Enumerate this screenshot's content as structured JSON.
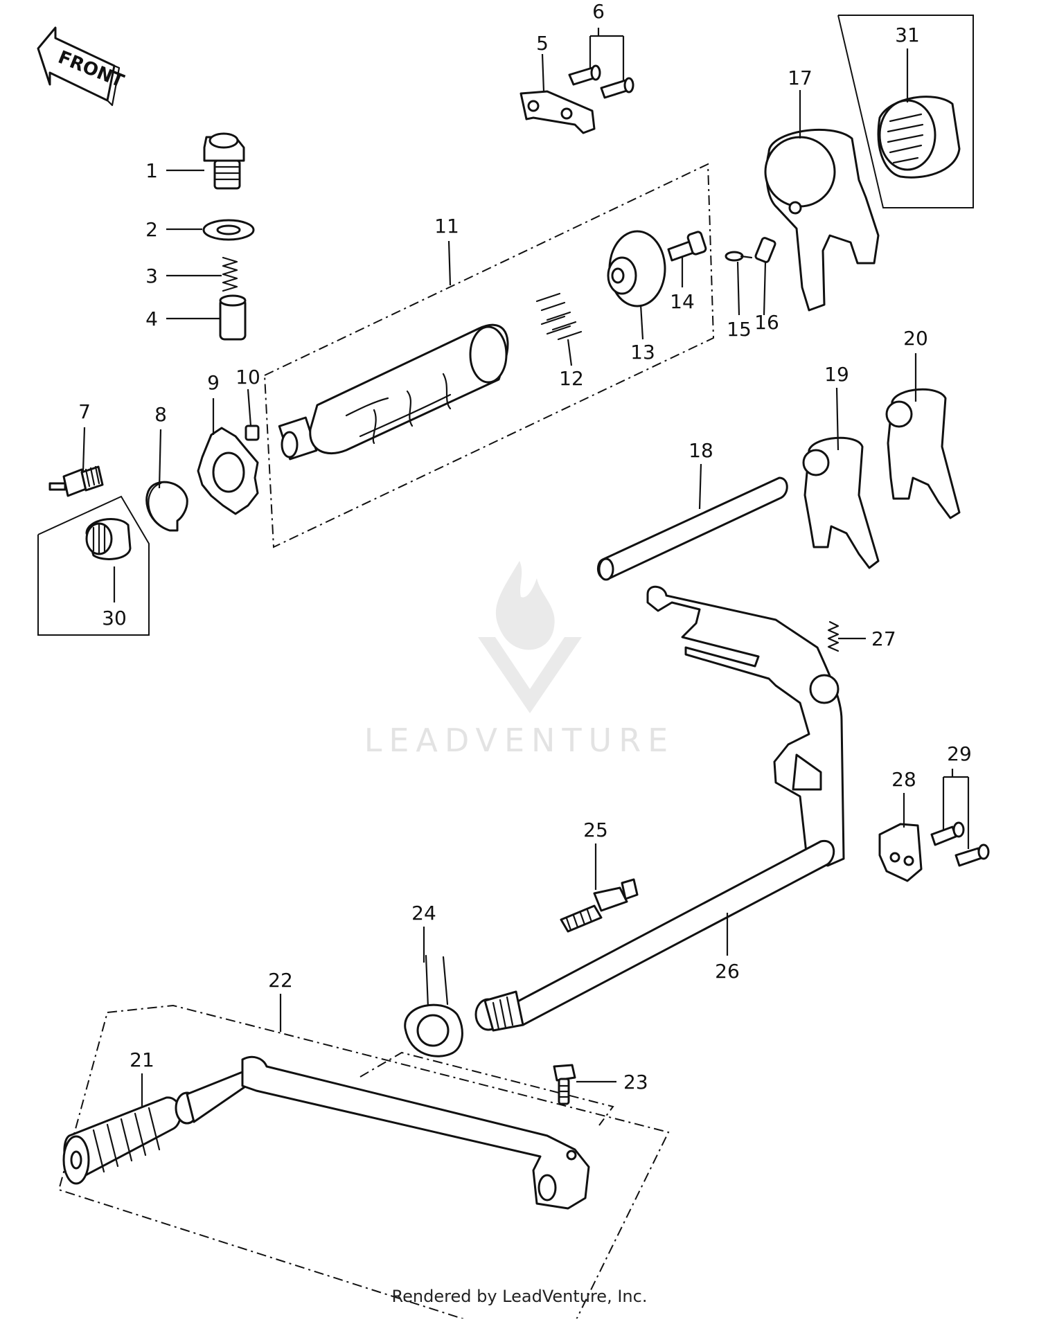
{
  "diagram": {
    "front_label": "FRONT",
    "watermark_text": "LEADVENTURE",
    "footer_text": "Rendered by LeadVenture, Inc.",
    "callouts": [
      {
        "id": "1",
        "label": "1"
      },
      {
        "id": "2",
        "label": "2"
      },
      {
        "id": "3",
        "label": "3"
      },
      {
        "id": "4",
        "label": "4"
      },
      {
        "id": "5",
        "label": "5"
      },
      {
        "id": "6",
        "label": "6"
      },
      {
        "id": "7",
        "label": "7"
      },
      {
        "id": "8",
        "label": "8"
      },
      {
        "id": "9",
        "label": "9"
      },
      {
        "id": "10",
        "label": "10"
      },
      {
        "id": "11",
        "label": "11"
      },
      {
        "id": "12",
        "label": "12"
      },
      {
        "id": "13",
        "label": "13"
      },
      {
        "id": "14",
        "label": "14"
      },
      {
        "id": "15",
        "label": "15"
      },
      {
        "id": "16",
        "label": "16"
      },
      {
        "id": "17",
        "label": "17"
      },
      {
        "id": "18",
        "label": "18"
      },
      {
        "id": "19",
        "label": "19"
      },
      {
        "id": "20",
        "label": "20"
      },
      {
        "id": "21",
        "label": "21"
      },
      {
        "id": "22",
        "label": "22"
      },
      {
        "id": "23",
        "label": "23"
      },
      {
        "id": "24",
        "label": "24"
      },
      {
        "id": "25",
        "label": "25"
      },
      {
        "id": "26",
        "label": "26"
      },
      {
        "id": "27",
        "label": "27"
      },
      {
        "id": "28",
        "label": "28"
      },
      {
        "id": "29",
        "label": "29"
      },
      {
        "id": "30",
        "label": "30"
      },
      {
        "id": "31",
        "label": "31"
      }
    ],
    "colors": {
      "line": "#111111",
      "background": "#ffffff",
      "watermark": "#e3e3e3"
    }
  }
}
